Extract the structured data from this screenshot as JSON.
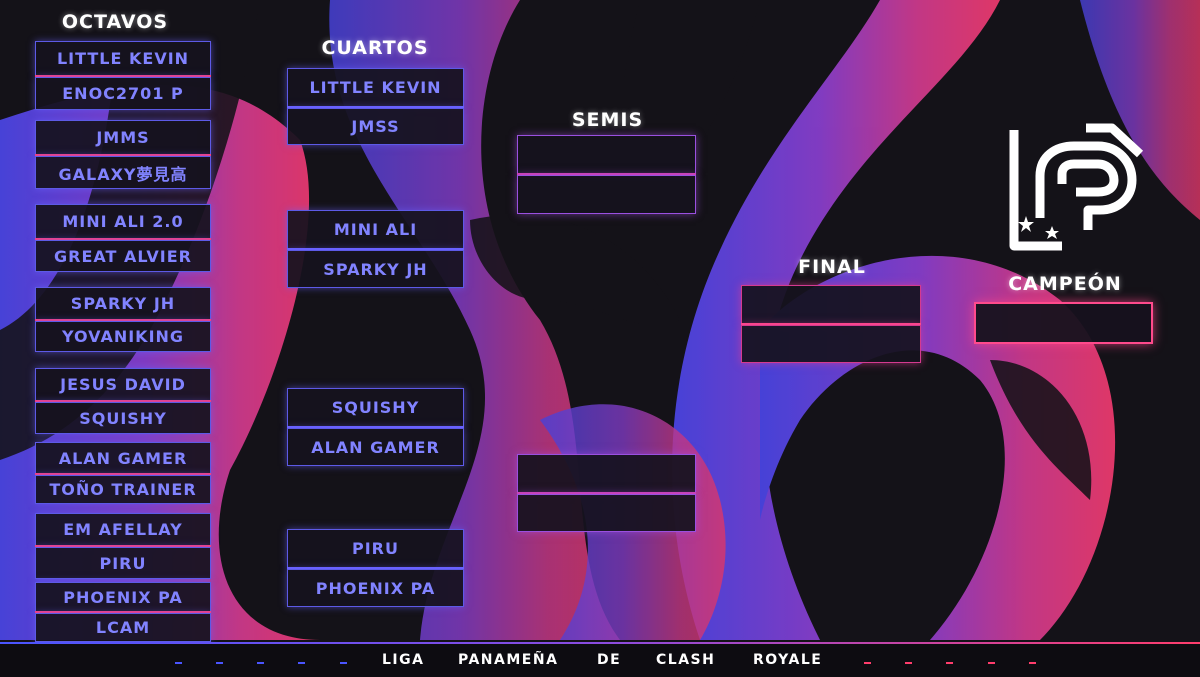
{
  "rounds": {
    "octavos": {
      "title": "OCTAVOS",
      "matches": [
        [
          "LITTLE KEVIN",
          "ENOC2701 P"
        ],
        [
          "JMMS",
          "GALAXY夢見高"
        ],
        [
          "MINI ALI 2.0",
          "GREAT ALVIER"
        ],
        [
          "SPARKY JH",
          "YOVANIKING"
        ],
        [
          "JESUS DAVID",
          "SQUISHY"
        ],
        [
          "ALAN GAMER",
          "TOÑO TRAINER"
        ],
        [
          "EM AFELLAY",
          "PIRU"
        ],
        [
          "PHOENIX PA",
          "LCAM"
        ]
      ]
    },
    "cuartos": {
      "title": "CUARTOS",
      "matches": [
        [
          "LITTLE KEVIN",
          "JMSS"
        ],
        [
          "MINI ALI",
          "SPARKY JH"
        ],
        [
          "SQUISHY",
          "ALAN GAMER"
        ],
        [
          "PIRU",
          "PHOENIX PA"
        ]
      ]
    },
    "semis": {
      "title": "SEMIS",
      "matches": [
        [
          "",
          ""
        ],
        [
          "",
          ""
        ]
      ]
    },
    "final": {
      "title": "FINAL",
      "matches": [
        [
          "",
          ""
        ]
      ]
    },
    "campeon": {
      "title": "CAMPEÓN",
      "value": ""
    }
  },
  "footer": {
    "words": [
      "LIGA",
      "PANAMEÑA",
      "DE",
      "CLASH",
      "ROYALE"
    ]
  },
  "colors": {
    "blue_accent": "#5d5ae6",
    "blue_text": "#8183ff",
    "pink_accent": "#ff4a8c",
    "background": "#141218"
  },
  "logo": {
    "name": "lpcr-logo"
  }
}
